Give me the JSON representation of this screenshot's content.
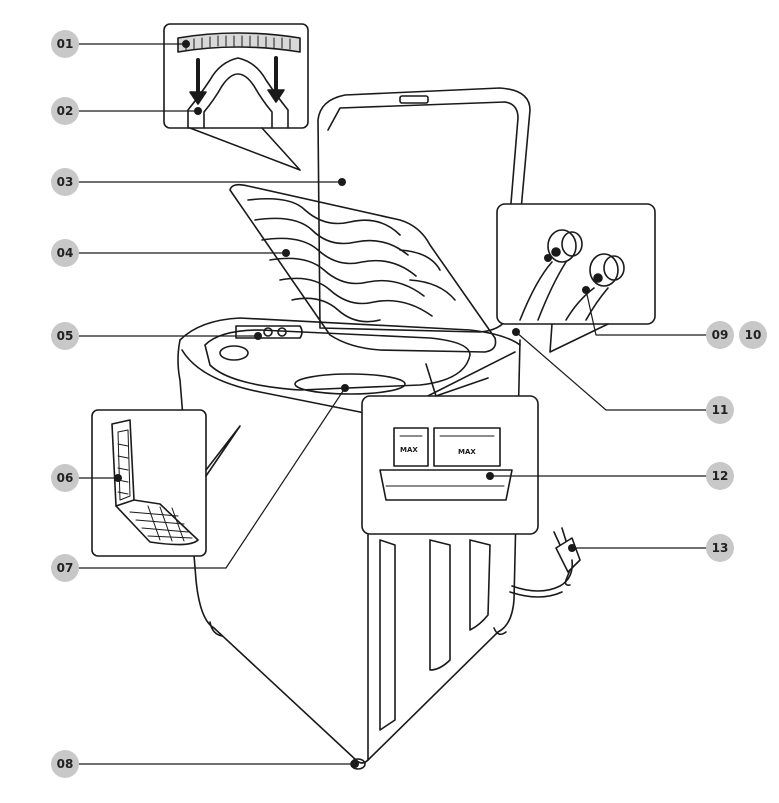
{
  "colors": {
    "line": "#1a1a1a",
    "callout_badge": "#c8c8c8",
    "callout_text": "#222222",
    "background": "#ffffff"
  },
  "callouts": [
    {
      "id": "01",
      "label": "01"
    },
    {
      "id": "02",
      "label": "02"
    },
    {
      "id": "03",
      "label": "03"
    },
    {
      "id": "04",
      "label": "04"
    },
    {
      "id": "05",
      "label": "05"
    },
    {
      "id": "06",
      "label": "06"
    },
    {
      "id": "07",
      "label": "07"
    },
    {
      "id": "08",
      "label": "08"
    },
    {
      "id": "09",
      "label": "09"
    },
    {
      "id": "10",
      "label": "10"
    },
    {
      "id": "11",
      "label": "11"
    },
    {
      "id": "12",
      "label": "12"
    },
    {
      "id": "13",
      "label": "13"
    }
  ],
  "dispenser_labels": {
    "left_max": "MAX",
    "right_max": "MAX"
  },
  "illustration": {
    "subject": "top-load-washing-machine-icon"
  }
}
